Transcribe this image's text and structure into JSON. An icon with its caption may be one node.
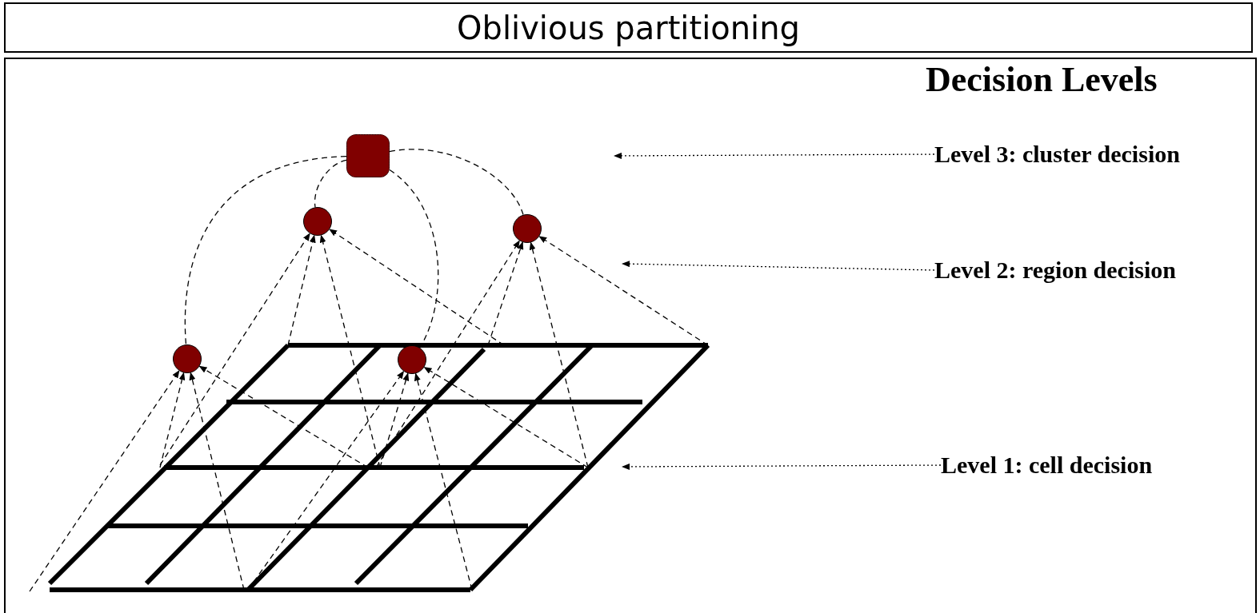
{
  "diagram": {
    "title": "Oblivious partitioning",
    "nodes": [
      {
        "text": [],
        "shape": "box"
      },
      {
        "text": [],
        "shape": "circle"
      },
      {
        "text": [],
        "shape": "circle"
      },
      {
        "text": [],
        "shape": "circle"
      },
      {
        "text": [],
        "shape": "circle"
      },
      {
        "text": [
          "Level 3: cluster decision"
        ]
      },
      {
        "text": [
          "Level 2: region decision"
        ]
      },
      {
        "text": [
          "Level 1: cell decision"
        ]
      }
    ],
    "edges": [
      {
        "from": 0,
        "to": 3,
        "arrow": "none",
        "style": "dashed"
      },
      {
        "from": 0,
        "to": 1,
        "arrow": "none",
        "style": "dashed"
      },
      {
        "from": 0,
        "to": 2,
        "arrow": "none",
        "style": "dashed"
      },
      {
        "from": 0,
        "to": 4,
        "arrow": "none",
        "style": "dashed"
      },
      {
        "from": null,
        "to": 3,
        "arrow": "to",
        "style": "dashed"
      },
      {
        "from": null,
        "to": 3,
        "arrow": "to",
        "style": "dashed"
      },
      {
        "from": null,
        "to": 3,
        "arrow": "to",
        "style": "dashed"
      },
      {
        "from": null,
        "to": 3,
        "arrow": "to",
        "style": "dashed"
      },
      {
        "from": null,
        "to": 4,
        "arrow": "to",
        "style": "dashed"
      },
      {
        "from": null,
        "to": 4,
        "arrow": "to",
        "style": "dashed"
      },
      {
        "from": null,
        "to": 4,
        "arrow": "to",
        "style": "dashed"
      },
      {
        "from": null,
        "to": 4,
        "arrow": "to",
        "style": "dashed"
      },
      {
        "from": null,
        "to": 1,
        "arrow": "to",
        "style": "dashed"
      },
      {
        "from": null,
        "to": 1,
        "arrow": "to",
        "style": "dashed"
      },
      {
        "from": null,
        "to": 1,
        "arrow": "to",
        "style": "dashed"
      },
      {
        "from": null,
        "to": 1,
        "arrow": "to",
        "style": "dashed"
      },
      {
        "from": null,
        "to": 2,
        "arrow": "to",
        "style": "dashed"
      },
      {
        "from": null,
        "to": 2,
        "arrow": "to",
        "style": "dashed"
      },
      {
        "from": null,
        "to": 2,
        "arrow": "to",
        "style": "dashed"
      },
      {
        "from": null,
        "to": 2,
        "arrow": "to",
        "style": "dashed"
      },
      {
        "from": 5,
        "to": null,
        "arrow": "to",
        "style": "dashed"
      },
      {
        "from": 6,
        "to": null,
        "arrow": "to",
        "style": "dashed"
      },
      {
        "from": 7,
        "to": null,
        "arrow": "to",
        "style": "dashed"
      }
    ],
    "labels": [
      "Decision Levels"
    ]
  }
}
